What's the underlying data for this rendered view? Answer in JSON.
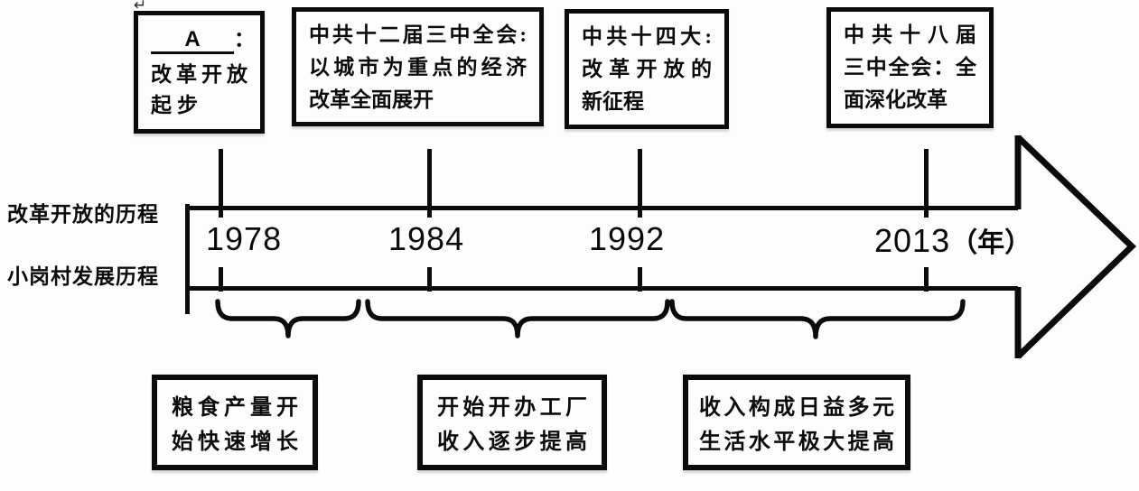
{
  "artifact": {
    "return_mark": "↵"
  },
  "left_labels": {
    "top": "改革开放的历程",
    "bottom": "小岗村发展历程"
  },
  "top_boxes": [
    {
      "blank": "A",
      "colon": "：",
      "lines": [
        "改革开放",
        "起步"
      ]
    },
    {
      "lines": [
        "中共十二届三中全会:",
        "以城市为重点的经济",
        "改革全面展开"
      ]
    },
    {
      "lines": [
        "中共十四大:",
        "改革开放的",
        "新征程"
      ]
    },
    {
      "lines": [
        "中共十八届",
        "三中全会：全",
        "面深化改革"
      ]
    }
  ],
  "timeline": {
    "years": [
      {
        "label": "1978"
      },
      {
        "label": "1984"
      },
      {
        "label": "1992"
      },
      {
        "label": "2013",
        "suffix": "（年）"
      }
    ]
  },
  "bottom_boxes": [
    {
      "lines": [
        "粮食产量开",
        "始快速增长"
      ]
    },
    {
      "lines": [
        "开始开办工厂",
        "收入逐步提高"
      ]
    },
    {
      "lines": [
        "收入构成日益多元",
        "生活水平极大提高"
      ]
    }
  ]
}
